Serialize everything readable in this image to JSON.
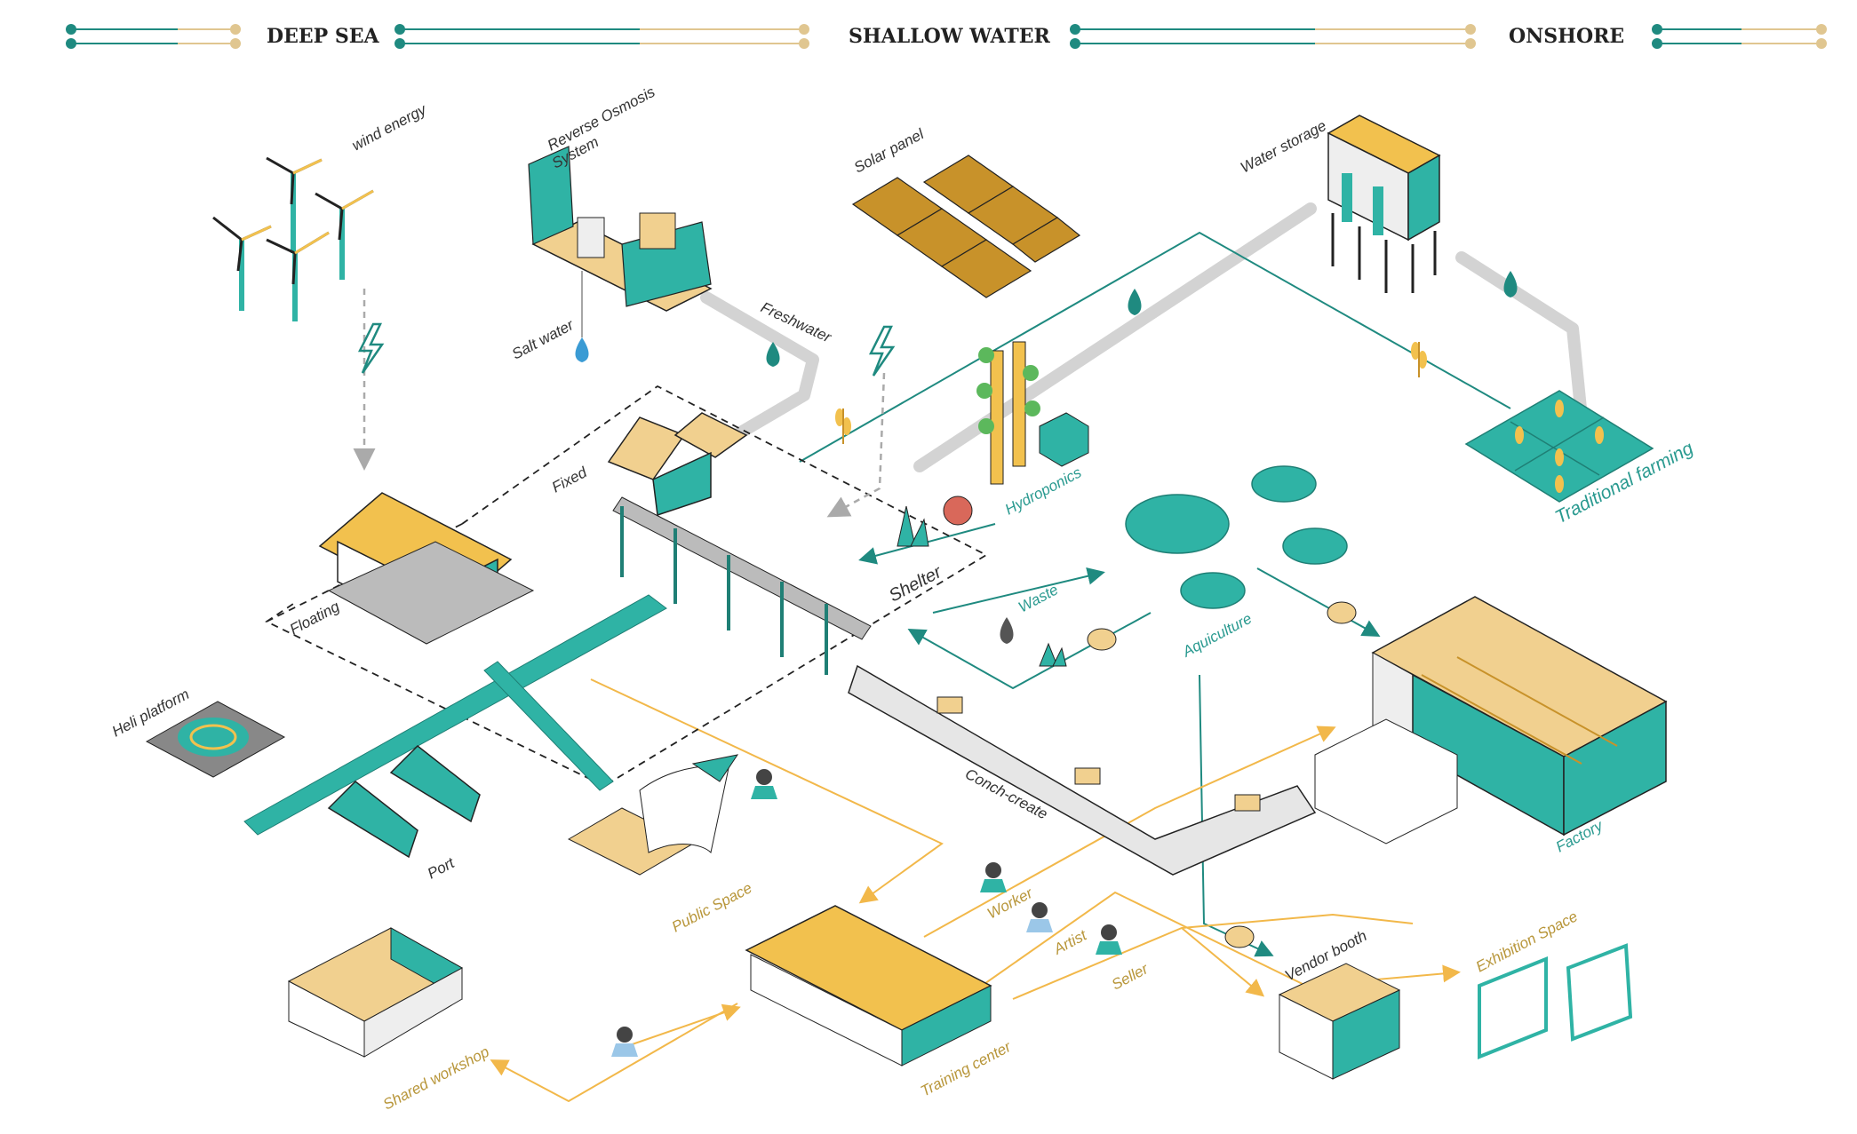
{
  "zones": {
    "deep_sea": "DEEP SEA",
    "shallow_water": "SHALLOW WATER",
    "onshore": "ONSHORE"
  },
  "labels": {
    "wind_energy": "wind energy",
    "reverse_osmosis_line1": "Reverse Osmosis",
    "reverse_osmosis_line2": "System",
    "solar_panel": "Solar panel",
    "water_storage": "Water storage",
    "salt_water": "Salt water",
    "freshwater": "Freshwater",
    "fixed": "Fixed",
    "floating": "Floating",
    "shelter": "Shelter",
    "hydroponics": "Hydroponics",
    "traditional_farming": "Traditional farming",
    "waste": "Waste",
    "aquiculture": "Aquiculture",
    "heli_platform": "Heli platform",
    "port": "Port",
    "conch_create": "Conch-create",
    "public_space": "Public Space",
    "factory": "Factory",
    "worker": "Worker",
    "artist": "Artist",
    "seller": "Seller",
    "vendor_booth": "Vendor booth",
    "exhibition_space": "Exhibition Space",
    "shared_workshop": "Shared workshop",
    "training_center": "Training center"
  },
  "colors": {
    "teal": "#2fb3a5",
    "dark_teal": "#1f7f75",
    "gold": "#f2c14e",
    "sand": "#f1d08f",
    "grey": "#cfcfcf"
  }
}
